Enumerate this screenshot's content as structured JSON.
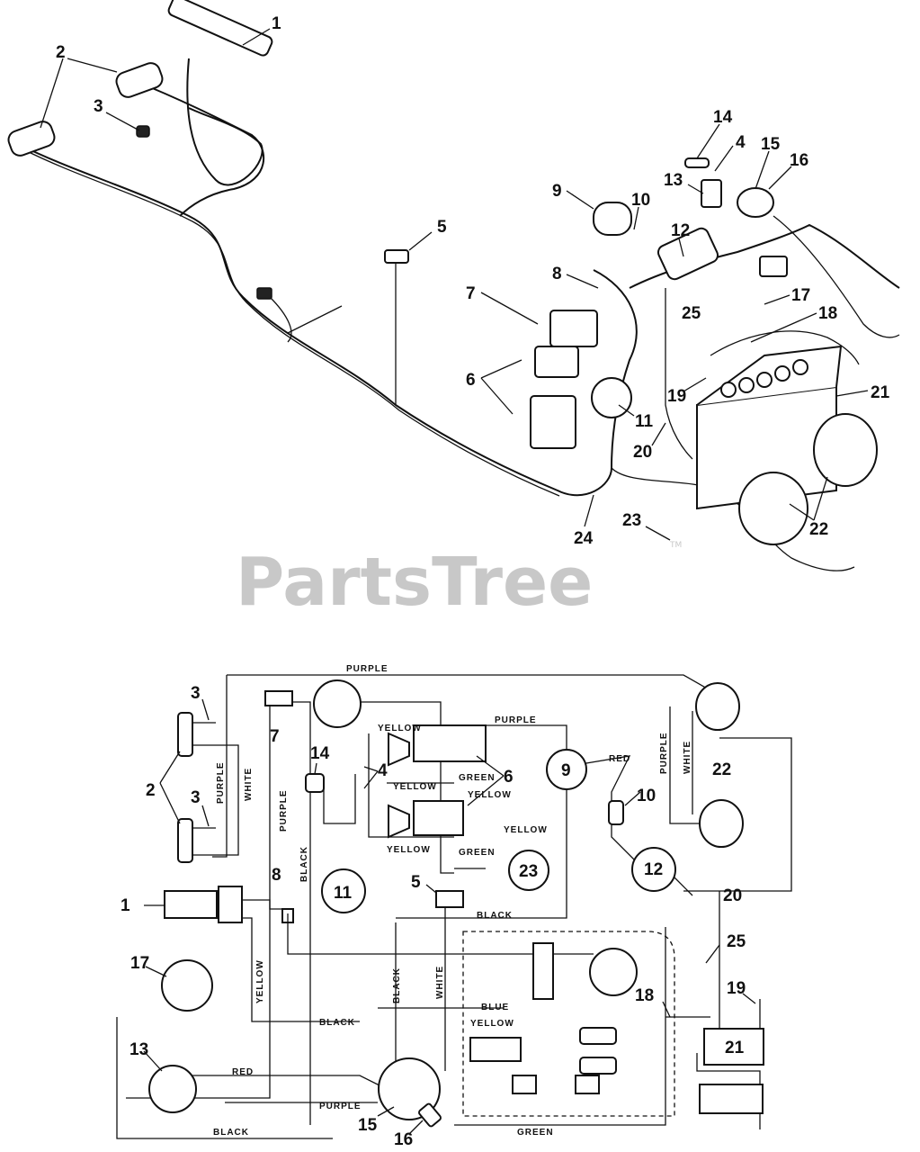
{
  "watermark": {
    "text": "PartsTree",
    "tm": "TM"
  },
  "upper_callouts": [
    "1",
    "2",
    "3",
    "5",
    "4",
    "14",
    "13",
    "15",
    "16",
    "9",
    "10",
    "12",
    "8",
    "7",
    "25",
    "17",
    "18",
    "6",
    "11",
    "19",
    "21",
    "20",
    "24",
    "23",
    "22"
  ],
  "lower_callouts": [
    "3",
    "2",
    "3",
    "7",
    "14",
    "4",
    "6",
    "9",
    "10",
    "22",
    "8",
    "11",
    "1",
    "5",
    "23",
    "12",
    "20",
    "17",
    "25",
    "18",
    "19",
    "21",
    "13",
    "15",
    "16"
  ],
  "wire_labels": {
    "purple_top": "PURPLE",
    "yellow_1": "YELLOW",
    "purple_2": "PURPLE",
    "red_9": "RED",
    "green_6": "GREEN",
    "yellow_2": "YELLOW",
    "yellow_r": "YELLOW",
    "yellow_3": "YELLOW",
    "green_2": "GREEN",
    "black_5": "BLACK",
    "blue": "BLUE",
    "yellow_4": "YELLOW",
    "black_mid": "BLACK",
    "red_13": "RED",
    "purple_15": "PURPLE",
    "black_bot": "BLACK",
    "green_bot": "GREEN",
    "purple_v1": "PURPLE",
    "white_v1": "WHITE",
    "purple_v2": "PURPLE",
    "black_v2": "BLACK",
    "yellow_v3": "YELLOW",
    "black_v4": "BLACK",
    "white_v4": "WHITE",
    "purple_v5": "PURPLE",
    "white_v5": "WHITE"
  }
}
